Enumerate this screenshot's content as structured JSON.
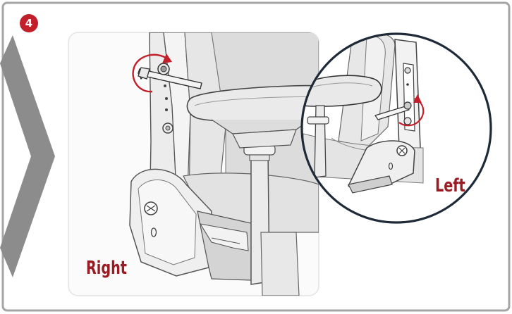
{
  "step": {
    "number": "4"
  },
  "labels": {
    "right": "Right",
    "left": "Left"
  },
  "colors": {
    "accent": "#c21f2a",
    "label": "#9a1b22",
    "frame": "#9a9a9a",
    "chevron": "#8c8c8c",
    "inset_ring": "#1e2a38"
  },
  "icons": {
    "rotation_arrow": "rotate-arrow-icon",
    "hex_key": "hex-key-icon"
  }
}
